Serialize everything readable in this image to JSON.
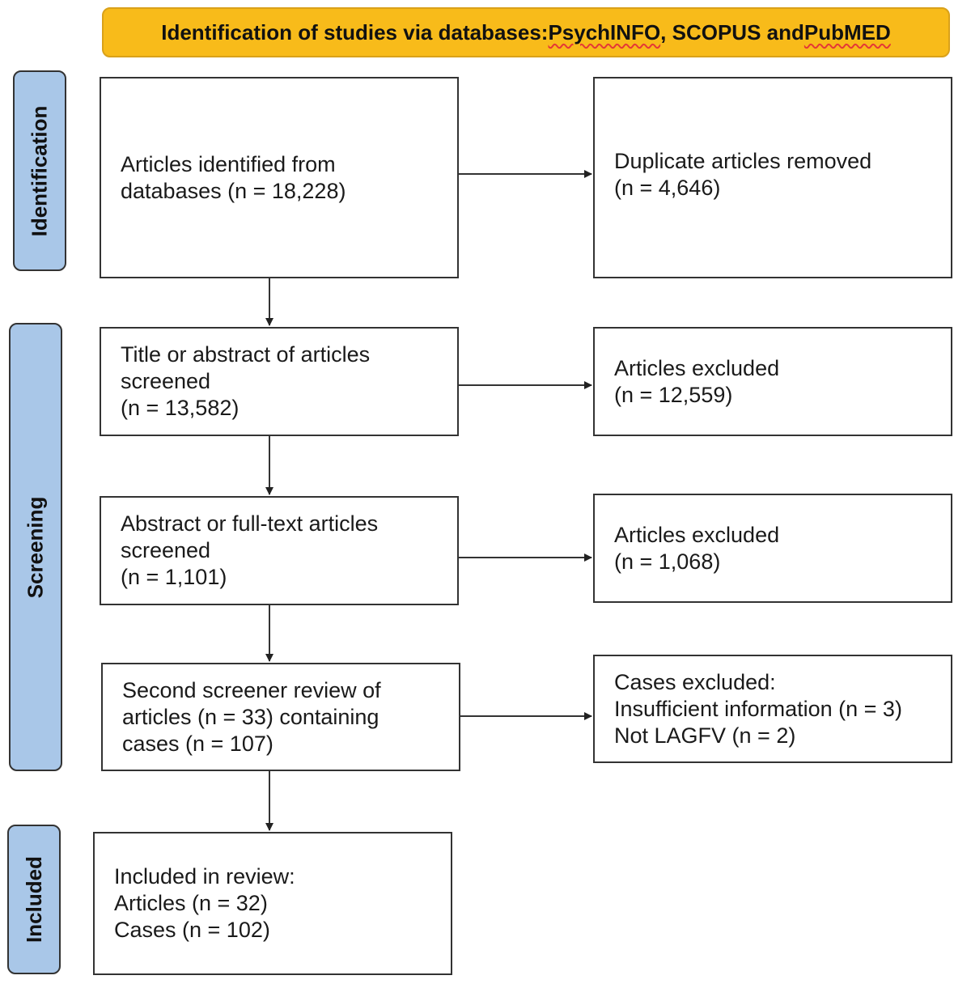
{
  "header": {
    "prefix": "Identification of studies via databases: ",
    "db1": "PsychINFO",
    "sep1": ", SCOPUS and ",
    "db3": "PubMED"
  },
  "phases": {
    "identification": "Identification",
    "screening": "Screening",
    "included": "Included"
  },
  "boxes": {
    "identified": [
      "Articles identified from",
      "databases (n = 18,228)"
    ],
    "duplicates": [
      "Duplicate articles removed",
      "(n = 4,646)"
    ],
    "title_screened": [
      "Title or abstract of articles",
      "screened",
      "(n = 13,582)"
    ],
    "excluded_1": [
      "Articles excluded",
      "(n = 12,559)"
    ],
    "fulltext_screened": [
      "Abstract or full-text articles",
      "screened",
      "(n = 1,101)"
    ],
    "excluded_2": [
      "Articles excluded",
      "(n = 1,068)"
    ],
    "second_review": [
      "Second screener review of",
      "articles (n = 33) containing",
      "cases (n = 107)"
    ],
    "cases_excluded": [
      "Cases excluded:",
      "Insufficient information (n = 3)",
      "Not LAGFV (n = 2)"
    ],
    "included": [
      "Included in review:",
      "Articles (n = 32)",
      "Cases (n = 102)"
    ]
  },
  "colors": {
    "header_fill": "#f8bb1a",
    "phase_fill": "#a9c7e8",
    "line": "#333333"
  }
}
